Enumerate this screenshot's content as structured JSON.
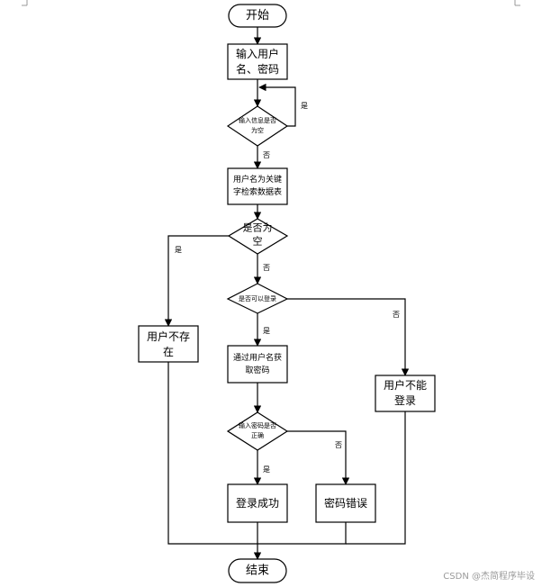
{
  "nodes": {
    "start": {
      "label": "开始"
    },
    "input": {
      "lines": [
        "输入用户",
        "名、密码"
      ]
    },
    "empty_check": {
      "lines": [
        "输入信息是否",
        "为空"
      ]
    },
    "search": {
      "lines": [
        "用户名为关键",
        "字检索数据表"
      ]
    },
    "null_check": {
      "lines": [
        "是否为",
        "空"
      ]
    },
    "login_check": {
      "label": "是否可以登录"
    },
    "user_not_exist": {
      "lines": [
        "用户不存",
        "在"
      ]
    },
    "get_password": {
      "lines": [
        "通过用户名获",
        "取密码"
      ]
    },
    "cannot_login": {
      "lines": [
        "用户不能",
        "登录"
      ]
    },
    "password_check": {
      "lines": [
        "输入密码是否",
        "正确"
      ]
    },
    "login_success": {
      "label": "登录成功"
    },
    "password_error": {
      "label": "密码错误"
    },
    "end": {
      "label": "结束"
    }
  },
  "edges": {
    "yes": "是",
    "no": "否"
  },
  "watermark": "CSDN @杰简程序毕设"
}
